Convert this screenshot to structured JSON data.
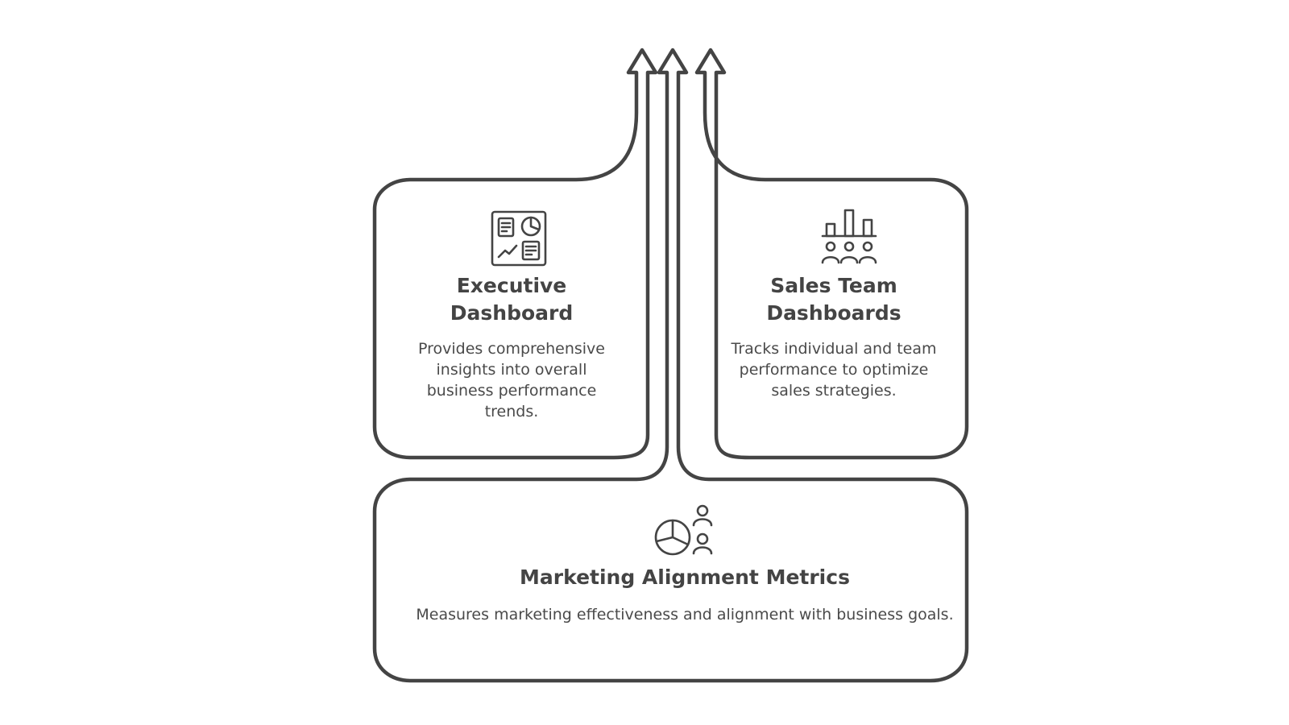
{
  "cards": {
    "executive": {
      "title": "Executive Dashboard",
      "description": "Provides comprehensive insights into overall business performance trends.",
      "icon": "dashboard-icon"
    },
    "sales": {
      "title": "Sales Team Dashboards",
      "description": "Tracks individual and team performance to optimize sales strategies.",
      "icon": "team-bar-chart-icon"
    },
    "marketing": {
      "title": "Marketing Alignment Metrics",
      "description": "Measures marketing effectiveness and alignment with business goals.",
      "icon": "pie-chart-people-icon"
    }
  },
  "colors": {
    "stroke": "#444444",
    "background": "#ffffff"
  }
}
